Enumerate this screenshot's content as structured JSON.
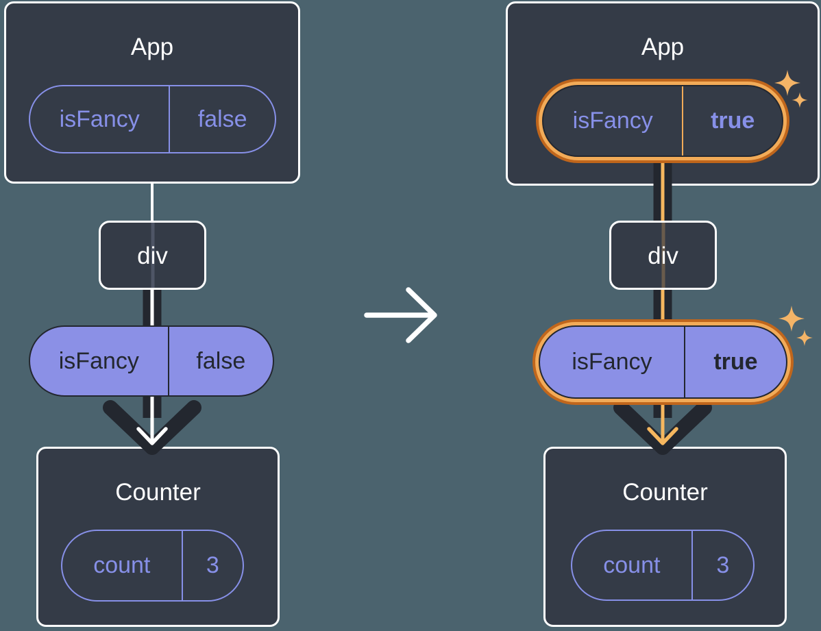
{
  "colors": {
    "bg": "#4b636e",
    "box": "#343b47",
    "box-border": "#ffffff",
    "purple": "#8790e8",
    "purple-fill": "#8b90e6",
    "dark": "#23272f",
    "orange-dark": "#c0661c",
    "orange-light": "#f2ab58",
    "orange-core": "#f6b75f",
    "sparkle": "#f4b467",
    "white": "#ffffff"
  },
  "icons": {
    "transition-arrow": "→",
    "sparkle": "✦",
    "down-arrow": "↓"
  },
  "left": {
    "app": {
      "title": "App",
      "state_pill": {
        "key": "isFancy",
        "value": "false"
      }
    },
    "div": {
      "label": "div"
    },
    "prop_pill": {
      "key": "isFancy",
      "value": "false"
    },
    "counter": {
      "title": "Counter",
      "state_pill": {
        "key": "count",
        "value": "3"
      }
    }
  },
  "right": {
    "app": {
      "title": "App",
      "state_pill": {
        "key": "isFancy",
        "value": "true"
      }
    },
    "div": {
      "label": "div"
    },
    "prop_pill": {
      "key": "isFancy",
      "value": "true"
    },
    "counter": {
      "title": "Counter",
      "state_pill": {
        "key": "count",
        "value": "3"
      }
    }
  }
}
